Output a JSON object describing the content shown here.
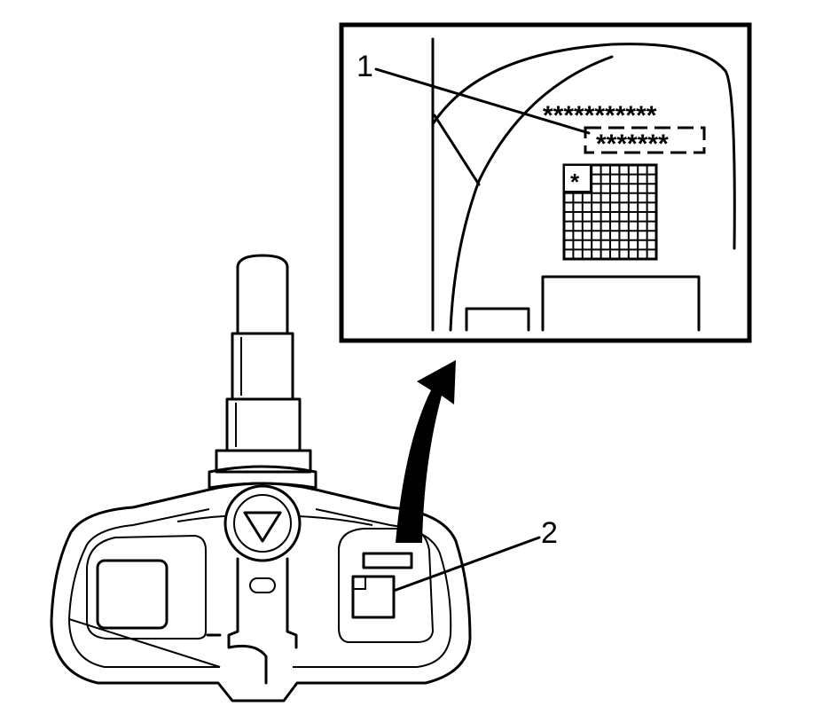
{
  "callouts": [
    {
      "id": "1",
      "label": "1"
    },
    {
      "id": "2",
      "label": "2"
    }
  ],
  "inset": {
    "line1_text": "***********",
    "line2_text": "*******",
    "grid_mark": "*"
  },
  "colors": {
    "ink": "#000000",
    "background": "#ffffff"
  }
}
